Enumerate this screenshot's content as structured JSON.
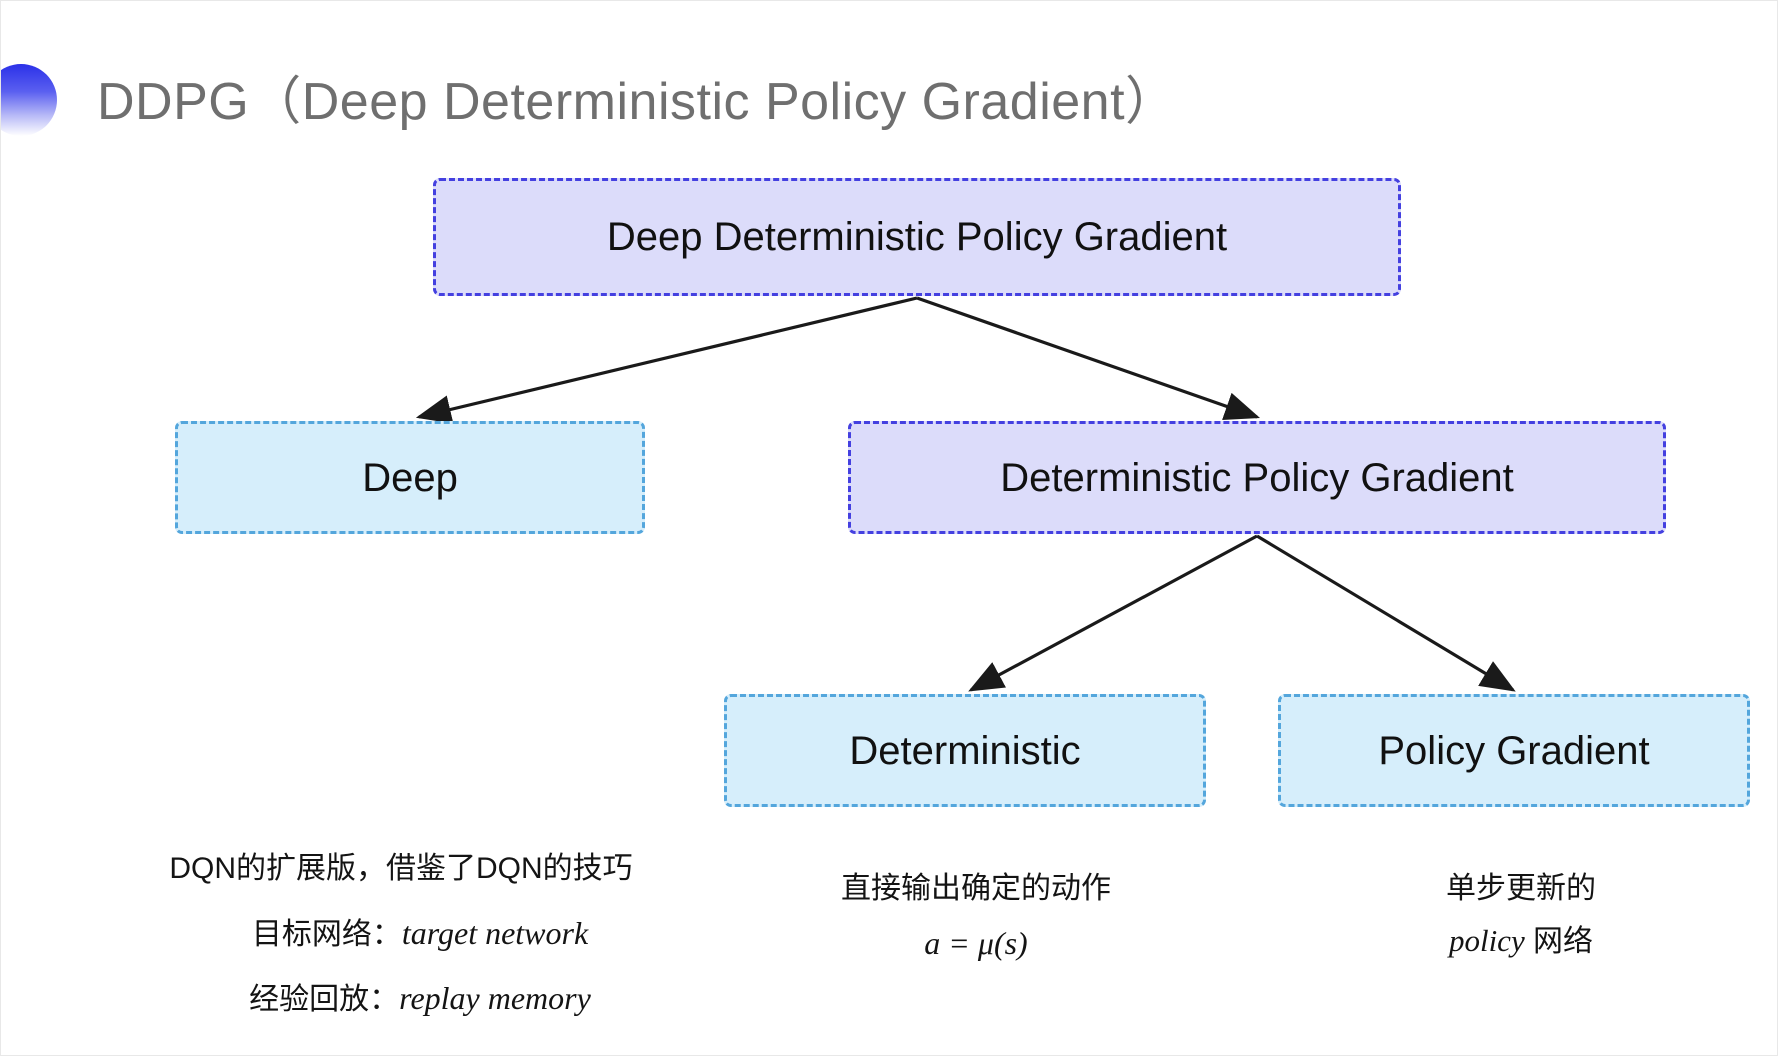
{
  "slide": {
    "title": "DDPG（Deep Deterministic Policy Gradient）",
    "background_color": "#ffffff"
  },
  "theme": {
    "title_color": "#6f6f6f",
    "purple_fill": "#dcdcfa",
    "purple_border": "#4440e0",
    "blue_fill": "#d6eefb",
    "blue_border": "#54a6dc",
    "arrow_color": "#1a1a1a",
    "text_color": "#111111"
  },
  "diagram": {
    "type": "tree",
    "nodes": [
      {
        "id": "root",
        "label": "Deep Deterministic Policy Gradient",
        "style": "purple",
        "level": 0
      },
      {
        "id": "deep",
        "label": "Deep",
        "style": "blue",
        "level": 1
      },
      {
        "id": "dpg",
        "label": "Deterministic Policy Gradient",
        "style": "purple",
        "level": 1
      },
      {
        "id": "det",
        "label": "Deterministic",
        "style": "blue",
        "level": 2
      },
      {
        "id": "pg",
        "label": "Policy Gradient",
        "style": "blue",
        "level": 2
      }
    ],
    "edges": [
      {
        "from": "root",
        "to": "deep"
      },
      {
        "from": "root",
        "to": "dpg"
      },
      {
        "from": "dpg",
        "to": "det"
      },
      {
        "from": "dpg",
        "to": "pg"
      }
    ]
  },
  "annotations": {
    "left": {
      "line1": "DQN的扩展版，借鉴了DQN的技巧",
      "line2_label": "目标网络：",
      "line2_term": "target network",
      "line3_label": "经验回放：",
      "line3_term": "replay memory"
    },
    "middle": {
      "line1": "直接输出确定的动作",
      "line2_formula": "a = μ(s)"
    },
    "right": {
      "line1": "单步更新的",
      "line2_term": "policy",
      "line2_suffix": " 网络"
    }
  }
}
